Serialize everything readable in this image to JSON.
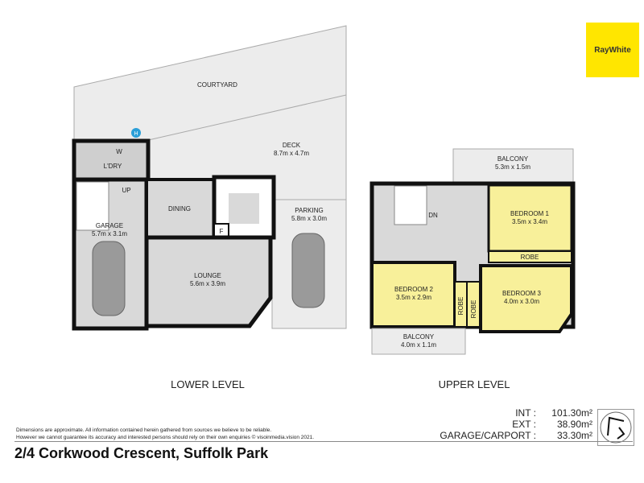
{
  "brand": {
    "logo_text": "RayWhite",
    "color": "#ffe600"
  },
  "lower_level": {
    "label": "LOWER LEVEL",
    "rooms": {
      "courtyard": "COURTYARD",
      "deck": {
        "name": "DECK",
        "size": "8.7m x 4.7m"
      },
      "parking": {
        "name": "PARKING",
        "size": "5.8m x 3.0m"
      },
      "garage": {
        "name": "GARAGE",
        "size": "5.7m x 3.1m"
      },
      "lounge": {
        "name": "LOUNGE",
        "size": "5.6m x 3.9m"
      },
      "dining": "DINING",
      "laundry": "L'DRY",
      "up": "UP",
      "fridge": "F",
      "washer": "W",
      "hotwater": "H"
    }
  },
  "upper_level": {
    "label": "UPPER LEVEL",
    "rooms": {
      "balcony_top": {
        "name": "BALCONY",
        "size": "5.3m x 1.5m"
      },
      "bedroom1": {
        "name": "BEDROOM 1",
        "size": "3.5m x 3.4m"
      },
      "bedroom2": {
        "name": "BEDROOM 2",
        "size": "3.5m x 2.9m"
      },
      "bedroom3": {
        "name": "BEDROOM 3",
        "size": "4.0m x 3.0m"
      },
      "balcony_bottom": {
        "name": "BALCONY",
        "size": "4.0m x 1.1m"
      },
      "robe": "ROBE",
      "dn": "DN"
    }
  },
  "disclaimer": [
    "Dimensions are approximate. All information contained herein gathered from sources we  believe to be reliable.",
    "However we cannot guarantee its accuracy and interested persons should rely on their own enquiries © visoinmedia.vision 2021."
  ],
  "areas": [
    {
      "label": "INT :",
      "value": "101.30m²"
    },
    {
      "label": "EXT :",
      "value": "38.90m²"
    },
    {
      "label": "GARAGE/CARPORT :",
      "value": "33.30m²"
    }
  ],
  "address": "2/4 Corkwood Crescent, Suffolk Park",
  "colors": {
    "bedroom": "#f8f09a",
    "floor": "#d9d9d9",
    "outdoor": "#ececec"
  }
}
